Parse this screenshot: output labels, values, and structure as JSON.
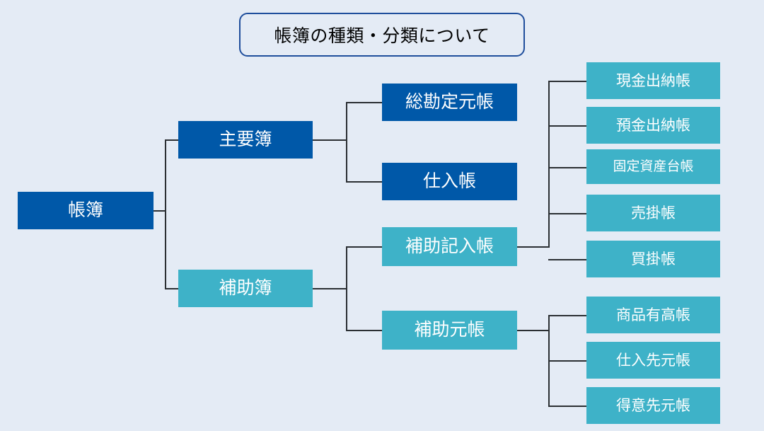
{
  "title": {
    "text": "帳簿の種類・分類について"
  },
  "colors": {
    "background": "#e4ebf5",
    "navy": "#0058a8",
    "teal": "#3eb2c8",
    "title_border": "#1f4e9c",
    "connector": "#2b2f33",
    "node_text": "#ffffff",
    "title_text": "#000000"
  },
  "tree": {
    "root": {
      "label": "帳簿",
      "color": "navy"
    },
    "level1": [
      {
        "label": "主要簿",
        "color": "navy"
      },
      {
        "label": "補助簿",
        "color": "teal"
      }
    ],
    "level2": [
      {
        "label": "総勘定元帳",
        "color": "navy",
        "parent": "主要簿"
      },
      {
        "label": "仕入帳",
        "color": "navy",
        "parent": "主要簿"
      },
      {
        "label": "補助記入帳",
        "color": "teal",
        "parent": "補助簿"
      },
      {
        "label": "補助元帳",
        "color": "teal",
        "parent": "補助簿"
      }
    ],
    "level3": [
      {
        "label": "現金出納帳",
        "color": "teal",
        "parent": "補助記入帳"
      },
      {
        "label": "預金出納帳",
        "color": "teal",
        "parent": "補助記入帳"
      },
      {
        "label": "固定資産台帳",
        "color": "teal",
        "parent": "補助記入帳"
      },
      {
        "label": "売掛帳",
        "color": "teal",
        "parent": "補助記入帳"
      },
      {
        "label": "買掛帳",
        "color": "teal",
        "parent": "補助記入帳"
      },
      {
        "label": "商品有高帳",
        "color": "teal",
        "parent": "補助元帳"
      },
      {
        "label": "仕入先元帳",
        "color": "teal",
        "parent": "補助元帳"
      },
      {
        "label": "得意先元帳",
        "color": "teal",
        "parent": "補助元帳"
      }
    ]
  }
}
